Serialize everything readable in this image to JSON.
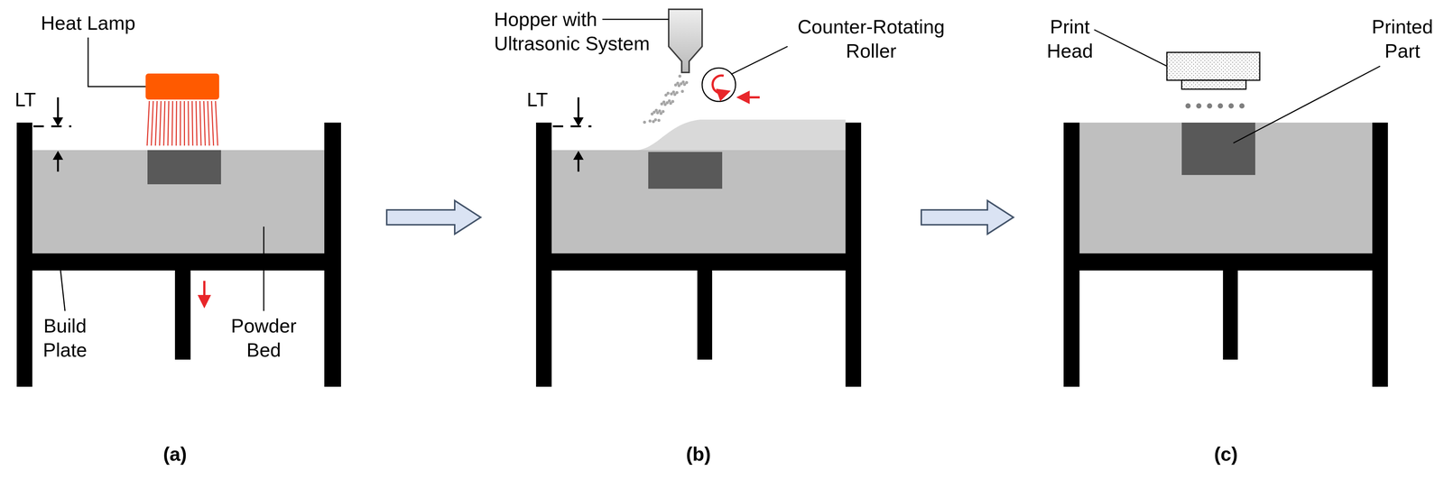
{
  "diagram": {
    "labels": [
      "Heat Lamp",
      "LT",
      "Build Plate",
      "Powder Bed",
      "(a)",
      "Hopper with Ultrasonic System",
      "LT",
      "Counter-Rotating Roller",
      "(b)",
      "Print Head",
      "Printed Part",
      "(c)"
    ]
  }
}
